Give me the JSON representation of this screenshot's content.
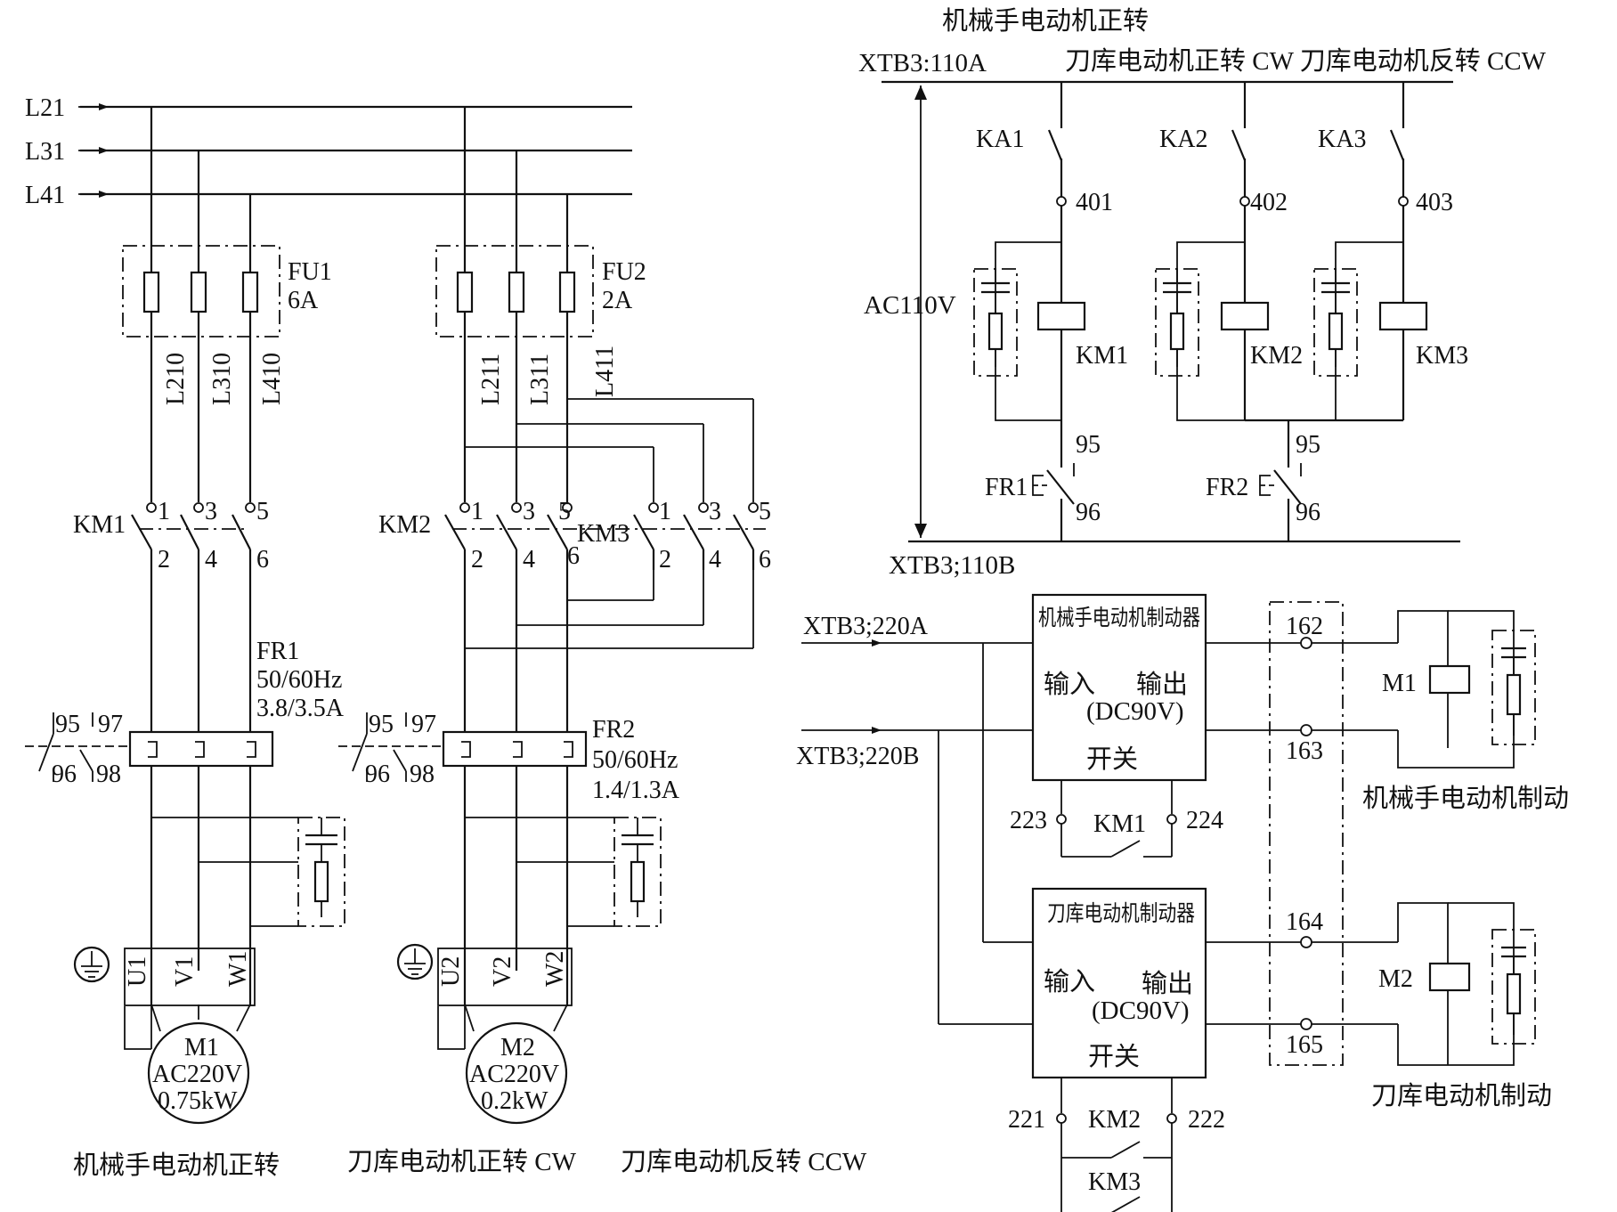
{
  "lines": {
    "l21": "L21",
    "l31": "L31",
    "l41": "L41",
    "l210": "L210",
    "l310": "L310",
    "l410": "L410",
    "l211": "L211",
    "l311": "L311",
    "l411": "L411"
  },
  "fuses": {
    "fu1": "FU1",
    "fu1_rating": "6A",
    "fu2": "FU2",
    "fu2_rating": "2A"
  },
  "contactors": {
    "km1": "KM1",
    "km2": "KM2",
    "km3": "KM3",
    "t1": "1",
    "t3": "3",
    "t5": "5",
    "t2": "2",
    "t4": "4",
    "t6": "6"
  },
  "relays": {
    "fr1": "FR1",
    "fr1_freq": "50/60Hz",
    "fr1_current": "3.8/3.5A",
    "fr2": "FR2",
    "fr2_freq": "50/60Hz",
    "fr2_current": "1.4/1.3A",
    "c95": "95",
    "c96": "96",
    "c97": "97",
    "c98": "98"
  },
  "motors": {
    "u1": "U1",
    "v1": "V1",
    "w1": "W1",
    "u2": "U2",
    "v2": "V2",
    "w2": "W2",
    "m1_name": "M1",
    "m1_volt": "AC220V",
    "m1_power": "0.75kW",
    "m2_name": "M2",
    "m2_volt": "AC220V",
    "m2_power": "0.2kW"
  },
  "captions": {
    "power_m1": "机械手电动机正转",
    "power_m2": "刀库电动机正转 CW",
    "power_m2r": "刀库电动机反转 CCW"
  },
  "control": {
    "title_top": "机械手电动机正转",
    "xtb_110a": "XTB3:110A",
    "title_cw_ccw": "刀库电动机正转 CW 刀库电动机反转 CCW",
    "ka1": "KA1",
    "ka2": "KA2",
    "ka3": "KA3",
    "n401": "401",
    "n402": "402",
    "n403": "403",
    "ac110v": "AC110V",
    "km1": "KM1",
    "km2": "KM2",
    "km3": "KM3",
    "fr1": "FR1",
    "fr2": "FR2",
    "n95": "95",
    "n96": "96",
    "xtb_110b": "XTB3;110B"
  },
  "brake": {
    "xtb_220a": "XTB3;220A",
    "xtb_220b": "XTB3;220B",
    "unit1_title": "机械手电动机制动器",
    "unit2_title": "刀库电动机制动器",
    "input": "输入",
    "output": "输出",
    "dc90v": "(DC90V)",
    "switch": "开关",
    "n162": "162",
    "n163": "163",
    "n164": "164",
    "n165": "165",
    "n223": "223",
    "n224": "224",
    "n221": "221",
    "n222": "222",
    "km1": "KM1",
    "km2": "KM2",
    "km3": "KM3",
    "m1": "M1",
    "m2": "M2",
    "cap_m1_brake": "机械手电动机制动",
    "cap_m2_brake": "刀库电动机制动"
  }
}
